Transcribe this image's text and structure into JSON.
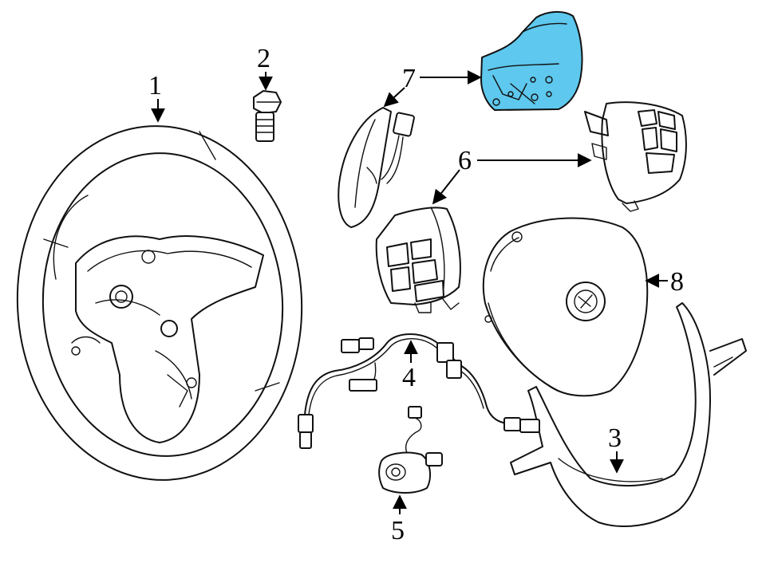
{
  "highlight_color": "#5ec8ee",
  "callouts": [
    {
      "id": "1",
      "label": "1"
    },
    {
      "id": "2",
      "label": "2"
    },
    {
      "id": "3",
      "label": "3"
    },
    {
      "id": "4",
      "label": "4"
    },
    {
      "id": "5",
      "label": "5"
    },
    {
      "id": "6",
      "label": "6"
    },
    {
      "id": "7",
      "label": "7"
    },
    {
      "id": "8",
      "label": "8"
    }
  ]
}
